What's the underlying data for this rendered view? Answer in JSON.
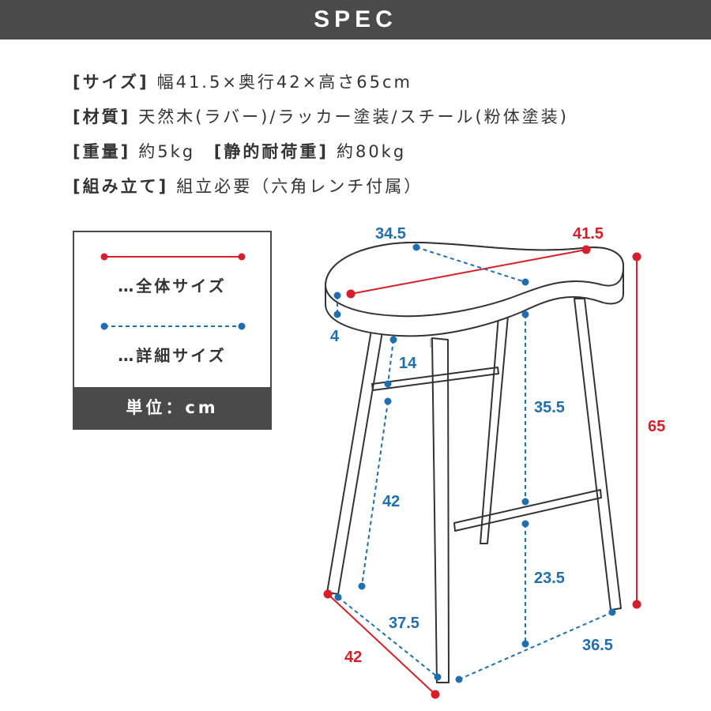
{
  "header": {
    "title": "SPEC"
  },
  "spec": {
    "rows": [
      {
        "label": "[サイズ]",
        "value": "幅41.5×奥行42×高さ65cm"
      },
      {
        "label": "[材質]",
        "value": "天然木(ラバー)/ラッカー塗装/スチール(粉体塗装)"
      },
      {
        "label": "[重量]",
        "value": "約5kg",
        "label2": "[静的耐荷重]",
        "value2": "約80kg"
      },
      {
        "label": "[組み立て]",
        "value": "組立必要（六角レンチ付属）"
      }
    ]
  },
  "legend": {
    "overall_label": "…全体サイズ",
    "detail_label": "…詳細サイズ",
    "unit": "単位：cm",
    "overall_color": "#d81e28",
    "detail_color": "#1f6fb0"
  },
  "dimensions": {
    "seat_depth": "34.5",
    "seat_width": "41.5",
    "seat_thickness": "4",
    "seat_to_upper_rail": "14",
    "upper_rail_height": "35.5",
    "total_height": "65",
    "leg_height_front": "42",
    "lower_rail_height": "23.5",
    "foot_front_span": "37.5",
    "foot_side_span": "36.5",
    "total_depth": "42"
  }
}
